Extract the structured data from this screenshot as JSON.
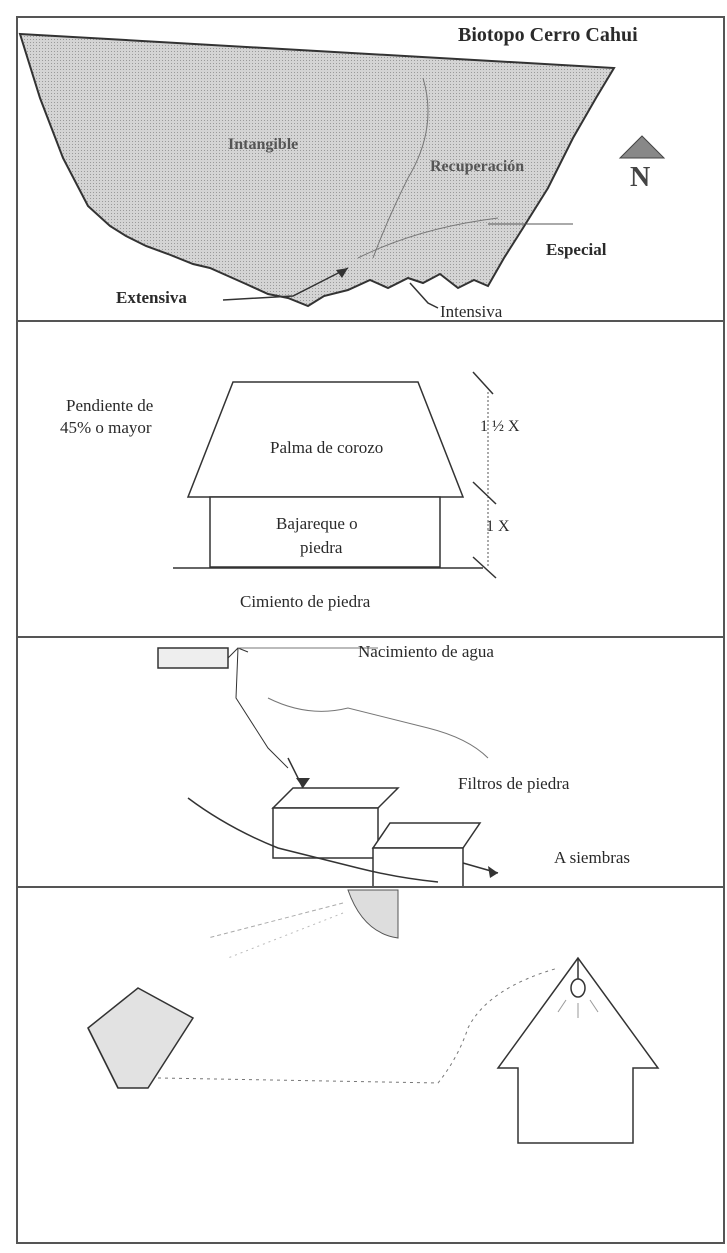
{
  "map_panel": {
    "title": "Biotopo Cerro Cahui",
    "zones": {
      "intangible": "Intangible",
      "recuperacion": "Recuperación",
      "especial": "Especial",
      "extensiva": "Extensiva",
      "intensiva": "Intensiva"
    },
    "north_label": "N"
  },
  "house_panel": {
    "slope_label_1": "Pendiente de",
    "slope_label_2": "45% o mayor",
    "roof_label": "Palma de corozo",
    "wall_label_1": "Bajareque o",
    "wall_label_2": "piedra",
    "foundation_label": "Cimiento de piedra",
    "dim_roof": "1 ½ X",
    "dim_wall": "1 X"
  },
  "water_panel": {
    "source_label": "Nacimiento de agua",
    "filters_label": "Filtros de piedra",
    "outlet_label": "A siembras"
  },
  "solar_panel": {},
  "colors": {
    "shading": "#c9c9c9",
    "border": "#555555",
    "ink": "#2a2a2a"
  }
}
